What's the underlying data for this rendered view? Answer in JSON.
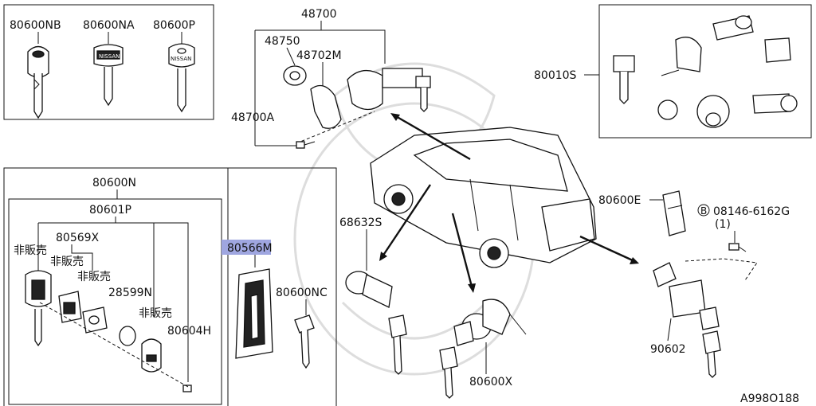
{
  "diagram_id": "A998O188",
  "labels": {
    "k80600NB": "80600NB",
    "k80600NA": "80600NA",
    "k80600P": "80600P",
    "k48700": "48700",
    "k48750": "48750",
    "k48702M": "48702M",
    "k48700A": "48700A",
    "k80010S": "80010S",
    "k80600N": "80600N",
    "k80601P": "80601P",
    "k80569X": "80569X",
    "hibai1": "非販売",
    "hibai2": "非販売",
    "hibai3": "非販売",
    "hibai4": "非販売",
    "k28599N": "28599N",
    "k80604H": "80604H",
    "k80566M": "80566M",
    "k80600NC": "80600NC",
    "k68632S": "68632S",
    "k80600X": "80600X",
    "k80600E": "80600E",
    "k08146": "08146-6162G",
    "k08146_qty": "(1)",
    "k08146_prefix": "B",
    "k90602": "90602"
  },
  "key_head_texts": {
    "nissan_a": "NISSAN",
    "nissan_b": "NISSAN"
  },
  "colors": {
    "highlight": "#9fa6e0",
    "ink": "#111111"
  }
}
